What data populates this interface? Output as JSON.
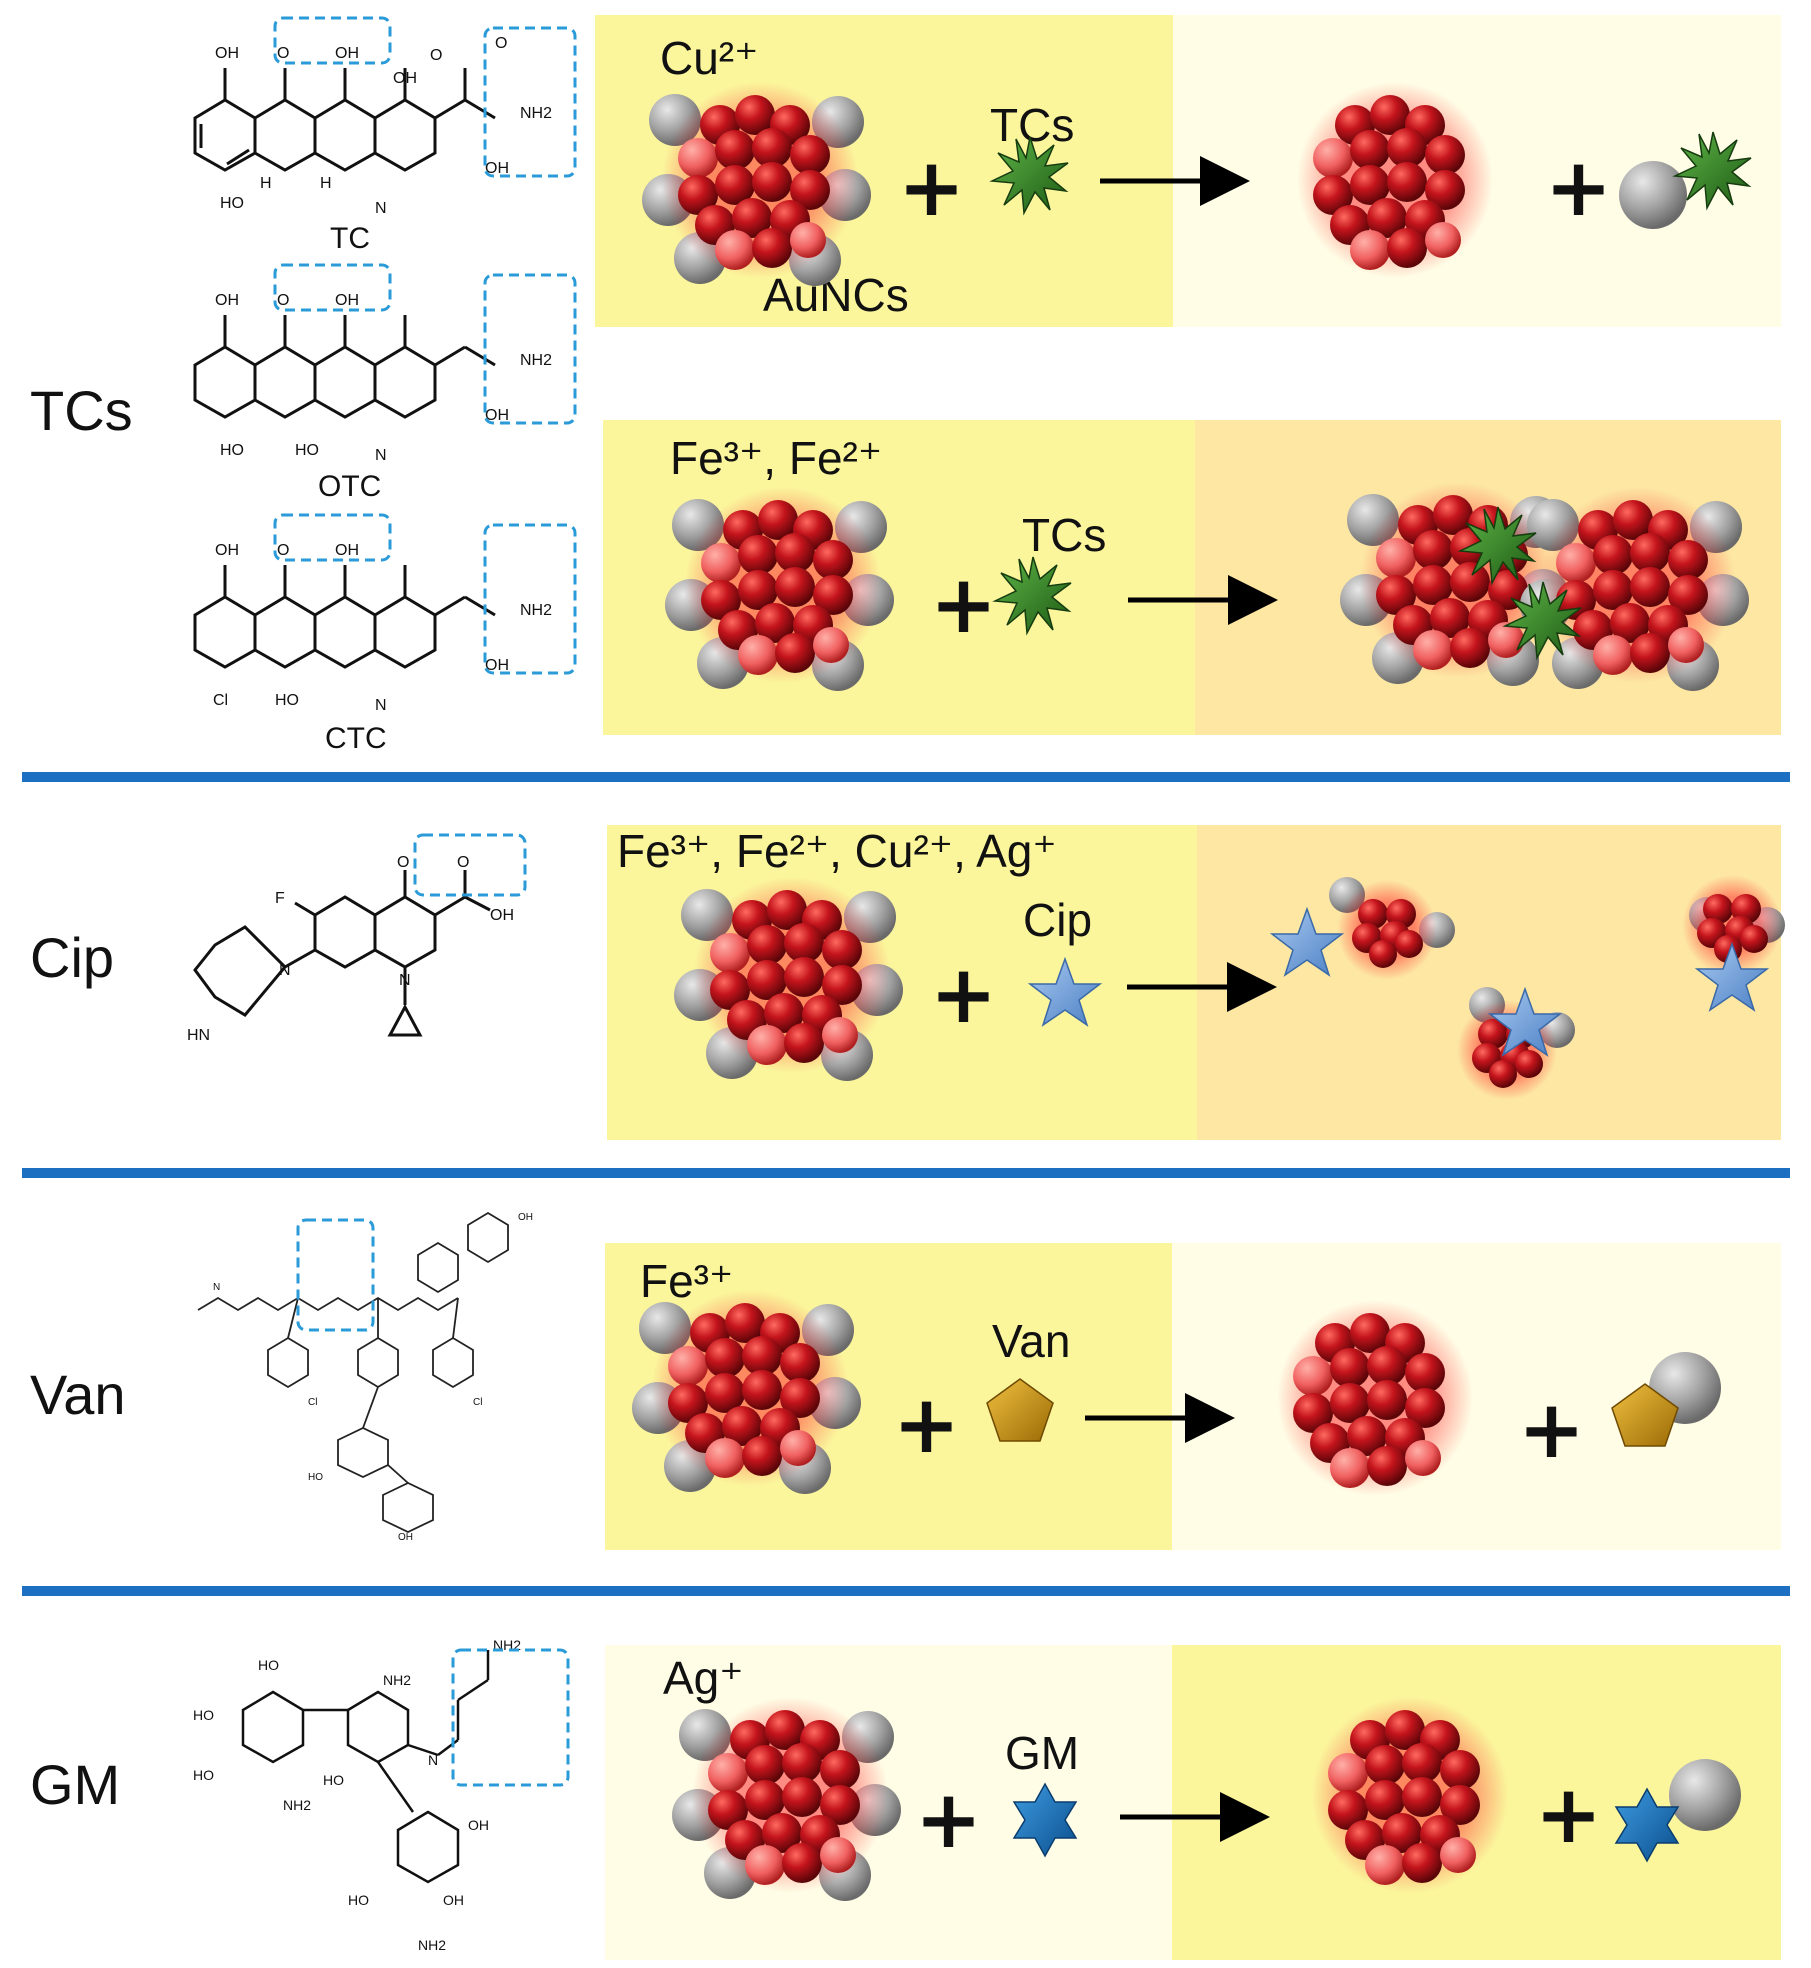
{
  "sections": {
    "tcs": "TCs",
    "cip": "Cip",
    "van": "Van",
    "gm": "GM"
  },
  "molecules": {
    "tc": "TC",
    "otc": "OTC",
    "ctc": "CTC"
  },
  "atoms": {
    "oh": "OH",
    "o": "O",
    "nh2": "NH2",
    "n": "N",
    "h": "H",
    "ho": "HO",
    "cl": "Cl",
    "f": "F",
    "hn": "HN"
  },
  "panels": {
    "tc_cu": {
      "ion": "Cu²⁺",
      "analyte": "TCs",
      "nano": "AuNCs"
    },
    "tc_fe": {
      "ion": "Fe³⁺, Fe²⁺",
      "analyte": "TCs"
    },
    "cip": {
      "ion": "Fe³⁺, Fe²⁺, Cu²⁺, Ag⁺",
      "analyte": "Cip"
    },
    "van": {
      "ion": "Fe³⁺",
      "analyte": "Van"
    },
    "gm": {
      "ion": "Ag⁺",
      "analyte": "GM"
    }
  },
  "symbols": {
    "plus": "+"
  },
  "colors": {
    "panel_yellow": "#fbf59c",
    "panel_light": "#fffde6",
    "panel_orange": "#fde7a3",
    "divider": "#1d6fc2",
    "cluster_red": "#b5141c",
    "cluster_grey": "#9a9a9a",
    "tc_star": "#2e7d1e",
    "cip_star": "#6f9fd8",
    "van_pentagon": "#c99410",
    "gm_star": "#1b6fb5",
    "highlight_box": "#2a9bd8"
  }
}
